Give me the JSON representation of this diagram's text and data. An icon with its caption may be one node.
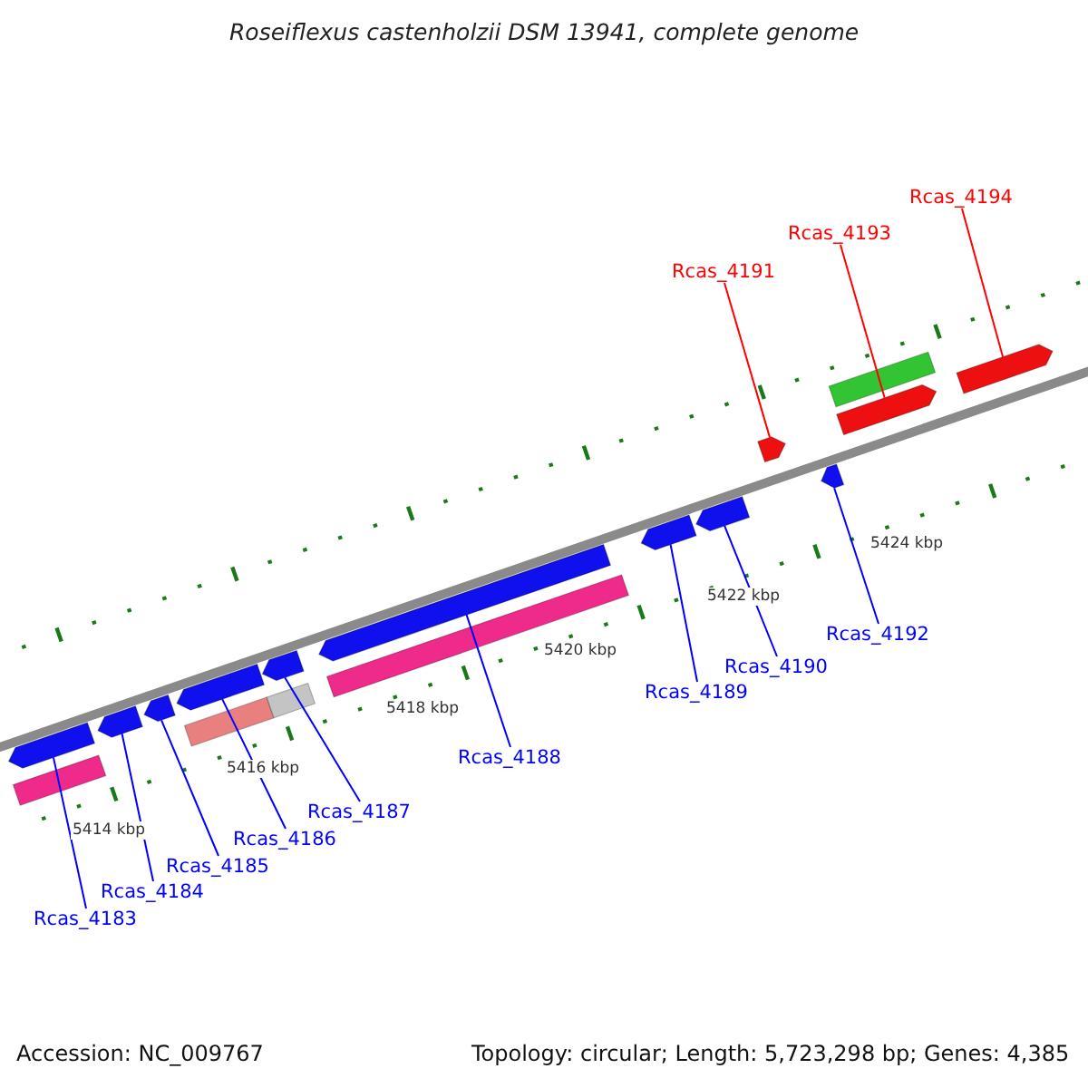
{
  "diagram": {
    "title": "Roseiflexus castenholzii DSM 13941, complete genome",
    "nodes": [
      {
        "text": [
          "Rcas_4183"
        ]
      },
      {
        "text": [
          "Rcas_4184"
        ]
      },
      {
        "text": [
          "Rcas_4185"
        ]
      },
      {
        "text": [
          "Rcas_4186"
        ]
      },
      {
        "text": [
          "Rcas_4187"
        ]
      },
      {
        "text": [
          "Rcas_4188"
        ]
      },
      {
        "text": [
          "Rcas_4189"
        ]
      },
      {
        "text": [
          "Rcas_4190"
        ]
      },
      {
        "text": [
          "Rcas_4191"
        ]
      },
      {
        "text": [
          "Rcas_4192"
        ]
      },
      {
        "text": [
          "Rcas_4193"
        ]
      },
      {
        "text": [
          "Rcas_4194"
        ]
      },
      {
        "text": [],
        "shape": "arrow"
      },
      {
        "text": [],
        "shape": "arrow"
      },
      {
        "text": [],
        "shape": "arrow"
      },
      {
        "text": [],
        "shape": "arrow"
      },
      {
        "text": [],
        "shape": "arrow"
      },
      {
        "text": [],
        "shape": "arrow"
      },
      {
        "text": [],
        "shape": "arrow"
      },
      {
        "text": [],
        "shape": "arrow"
      },
      {
        "text": [],
        "shape": "arrow"
      },
      {
        "text": [],
        "shape": "arrow"
      },
      {
        "text": [],
        "shape": "arrow"
      },
      {
        "text": [],
        "shape": "arrow"
      }
    ],
    "edges": [
      {
        "from": 0,
        "to": 12,
        "arrow": "none"
      },
      {
        "from": 1,
        "to": 13,
        "arrow": "none"
      },
      {
        "from": 2,
        "to": 14,
        "arrow": "none"
      },
      {
        "from": 3,
        "to": 15,
        "arrow": "none"
      },
      {
        "from": 4,
        "to": 16,
        "arrow": "none"
      },
      {
        "from": 5,
        "to": 17,
        "arrow": "none"
      },
      {
        "from": 6,
        "to": 18,
        "arrow": "none"
      },
      {
        "from": 7,
        "to": 19,
        "arrow": "none"
      },
      {
        "from": 8,
        "to": 20,
        "arrow": "none",
        "color": "#ff0000"
      },
      {
        "from": 9,
        "to": 21,
        "arrow": "none"
      },
      {
        "from": 10,
        "to": 22,
        "arrow": "none",
        "color": "#ff0000"
      },
      {
        "from": 11,
        "to": 23,
        "arrow": "none",
        "color": "#ff0000"
      }
    ],
    "labels": [
      "5414 kbp",
      "5416 kbp",
      "5418 kbp",
      "5420 kbp",
      "5422 kbp",
      "5424 kbp",
      "Accession: NC_009767",
      "Topology: circular; Length: 5,723,298 bp; Genes: 4,385"
    ]
  }
}
